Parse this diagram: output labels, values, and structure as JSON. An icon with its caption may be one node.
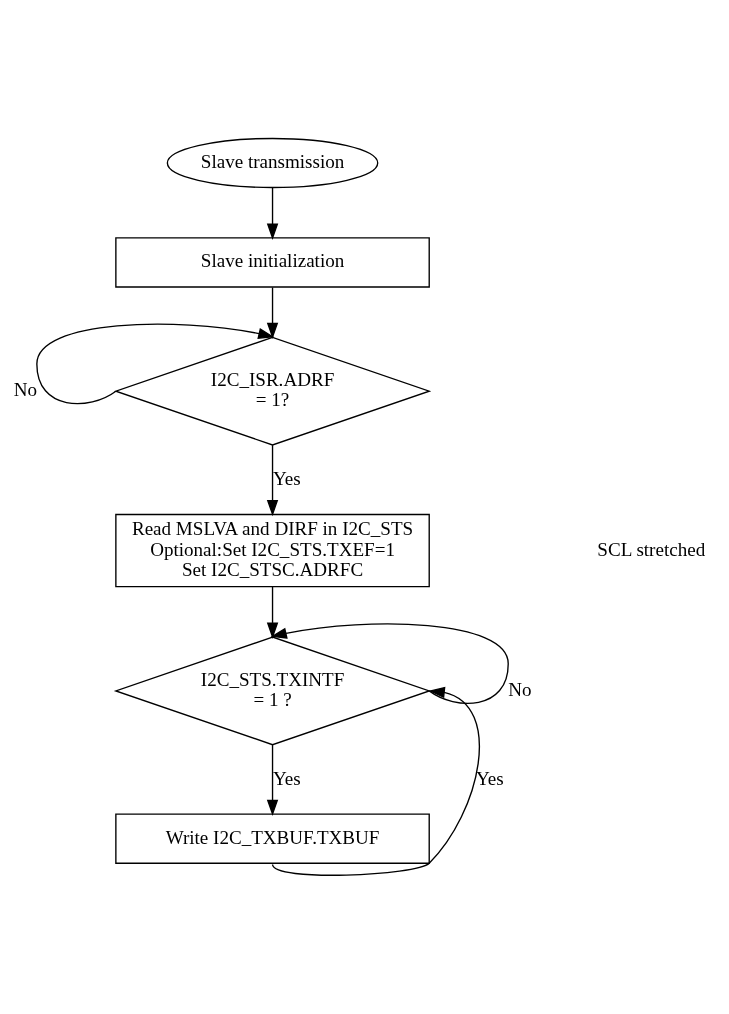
{
  "diagram": {
    "nodes": [
      {
        "text": [
          "Slave transmission"
        ]
      },
      {
        "text": [
          "Slave initialization"
        ]
      },
      {
        "text": [
          "I2C_ISR.ADRF = 1?"
        ]
      },
      {
        "text": [
          "Read MSLVA and DIRF in I2C_STS Optional:Set I2C_STS.TXEF=1 Set I2C_STSC.ADRFC"
        ]
      },
      {
        "text": [
          "I2C_STS.TXINTF = 1 ?"
        ]
      },
      {
        "text": [
          "Write I2C_TXBUF.TXBUF"
        ]
      }
    ],
    "edges": [
      {
        "from": 0,
        "to": 1,
        "arrow": "to"
      },
      {
        "from": 1,
        "to": 2,
        "arrow": "to"
      },
      {
        "from": 2,
        "to": 2,
        "arrow": "to",
        "label": "No"
      },
      {
        "from": 2,
        "to": 3,
        "arrow": "to",
        "label": "Yes"
      },
      {
        "from": 3,
        "to": 4,
        "arrow": "to"
      },
      {
        "from": 4,
        "to": 4,
        "arrow": "to",
        "label": "No"
      },
      {
        "from": 4,
        "to": 5,
        "arrow": "to",
        "label": "Yes"
      },
      {
        "from": 5,
        "to": 4,
        "arrow": "to",
        "label": "Yes"
      }
    ],
    "labels": [
      "SCL stretched"
    ]
  }
}
